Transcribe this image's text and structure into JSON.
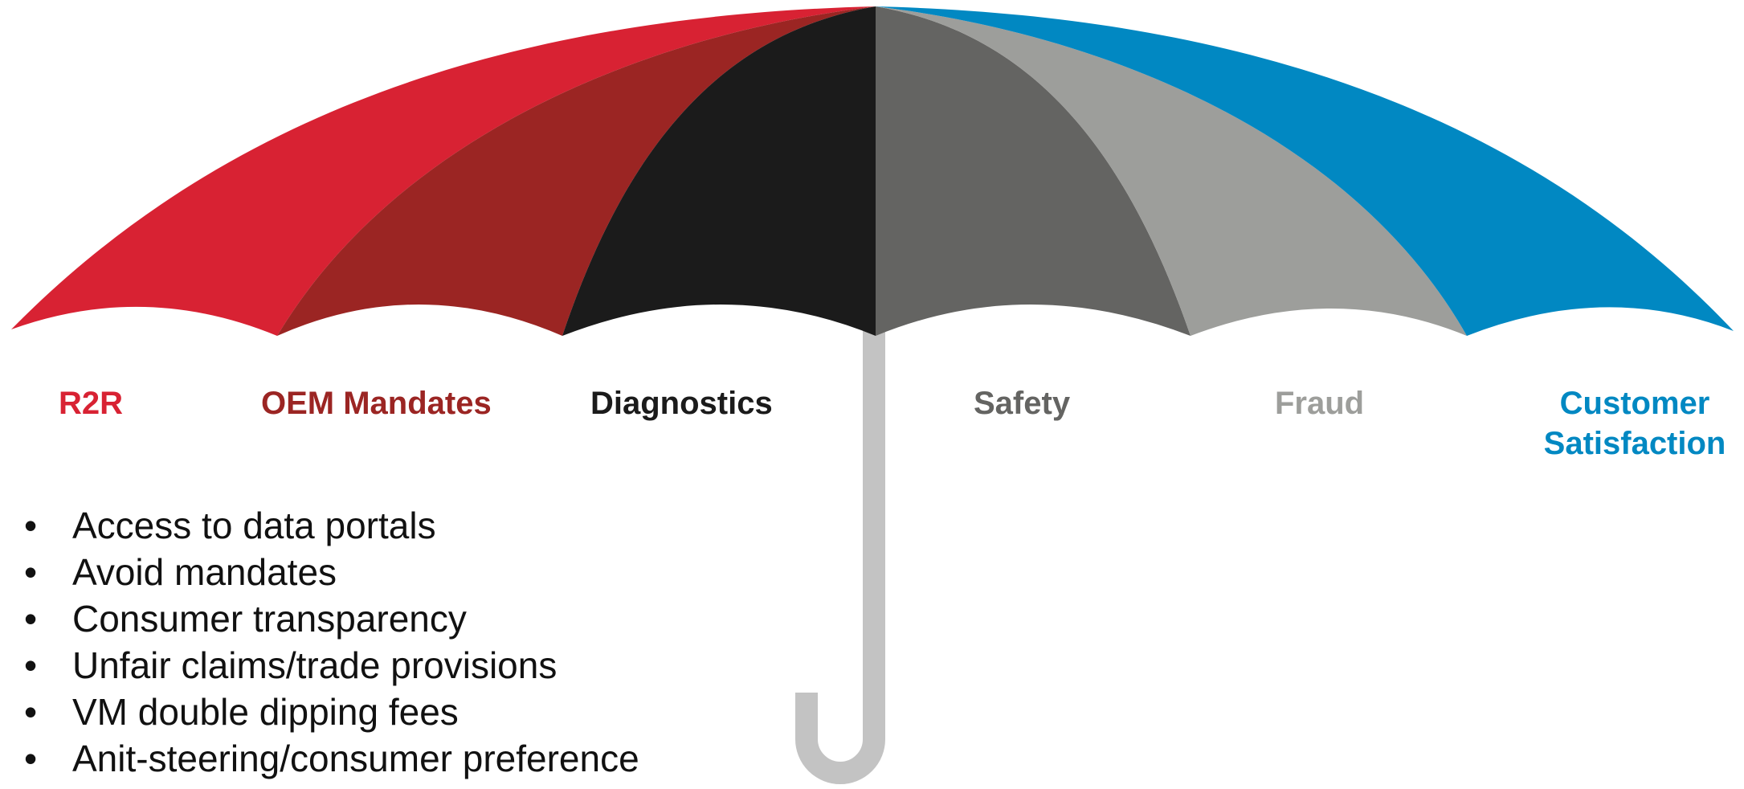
{
  "segments": [
    {
      "label": "R2R",
      "color": "#d82233"
    },
    {
      "label": "OEM Mandates",
      "color": "#9b2523"
    },
    {
      "label": "Diagnostics",
      "color": "#1b1b1b"
    },
    {
      "label": "Safety",
      "color": "#646462"
    },
    {
      "label": "Fraud",
      "color": "#9d9e9b"
    },
    {
      "label": "Customer Satisfaction",
      "color": "#0188c2"
    }
  ],
  "handle_color": "#c3c3c3",
  "bullet_symbol": "•",
  "bullets": [
    "Access to data portals",
    "Avoid mandates",
    "Consumer transparency",
    "Unfair claims/trade provisions",
    "VM double dipping fees",
    "Anit-steering/consumer preference"
  ]
}
